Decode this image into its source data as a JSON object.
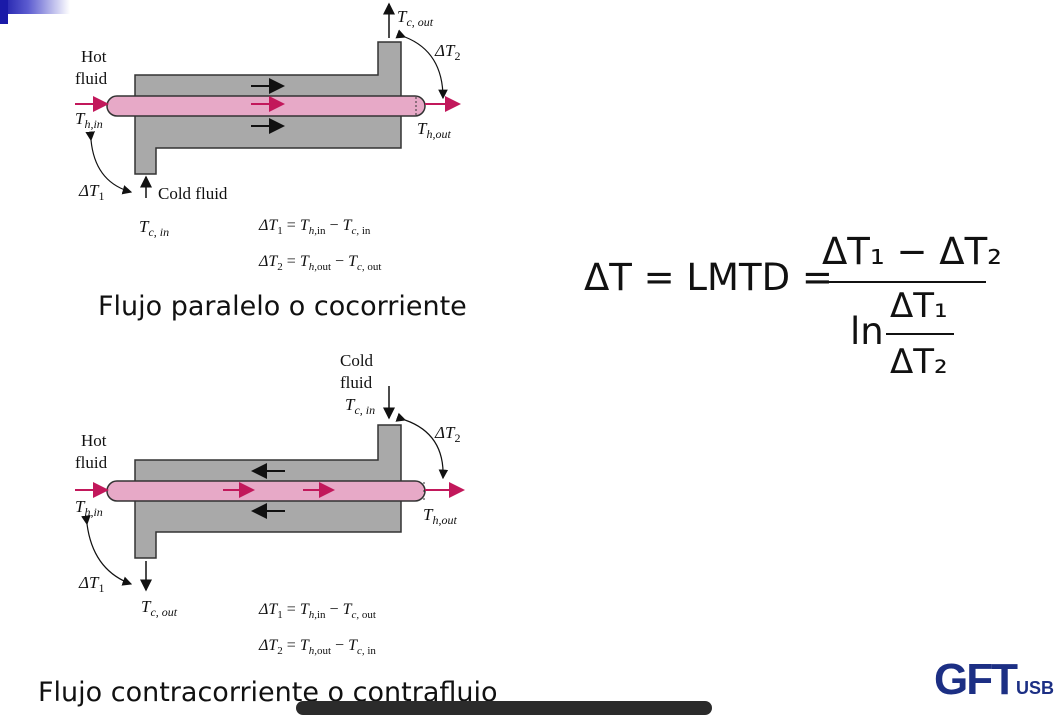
{
  "parallel": {
    "hot_fluid": [
      "Hot",
      "fluid"
    ],
    "cold_fluid": "Cold fluid",
    "caption": "Flujo paralelo o cocorriente"
  },
  "counter": {
    "hot_fluid": [
      "Hot",
      "fluid"
    ],
    "cold_fluid": [
      "Cold",
      "fluid"
    ],
    "caption": "Flujo contracorriente o contraflujo"
  },
  "formula": {
    "lhs": "ΔT = LMTD =",
    "numerator": "ΔT₁ − ΔT₂",
    "ln": "ln",
    "inner_num": "ΔT₁",
    "inner_den": "ΔT₂"
  },
  "logo": {
    "brand": "GFT",
    "sub": "USB"
  },
  "colors": {
    "pipe": "#e7a9c7",
    "shell": "#a9a9a9",
    "arrow_hot": "#c2185b"
  }
}
